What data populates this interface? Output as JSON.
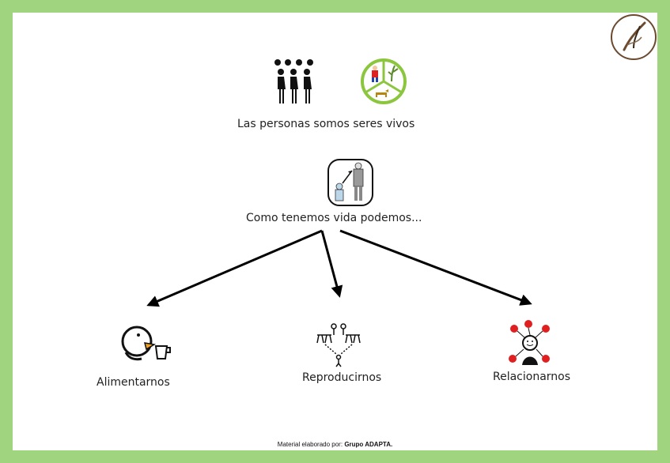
{
  "nodes": {
    "top_label": "Las personas somos seres vivos",
    "middle_label": "Como tenemos vida podemos...",
    "left_label": "Alimentarnos",
    "center_label": "Reproducirnos",
    "right_label": "Relacionarnos"
  },
  "icons": {
    "logo": "signature-logo-icon",
    "people": "group-of-people-icon",
    "living_beings": "living-beings-circle-icon",
    "growth": "grow-old-icon",
    "eat": "eating-icon",
    "reproduce": "family-tree-icon",
    "relate": "relationships-icon"
  },
  "footer": {
    "prefix": "Material elaborado por:",
    "author": "Grupo ADAPTA."
  },
  "colors": {
    "border": "#a0d47e",
    "arrow": "#000000",
    "accent_red": "#e02020",
    "accent_green": "#8cc63f"
  }
}
